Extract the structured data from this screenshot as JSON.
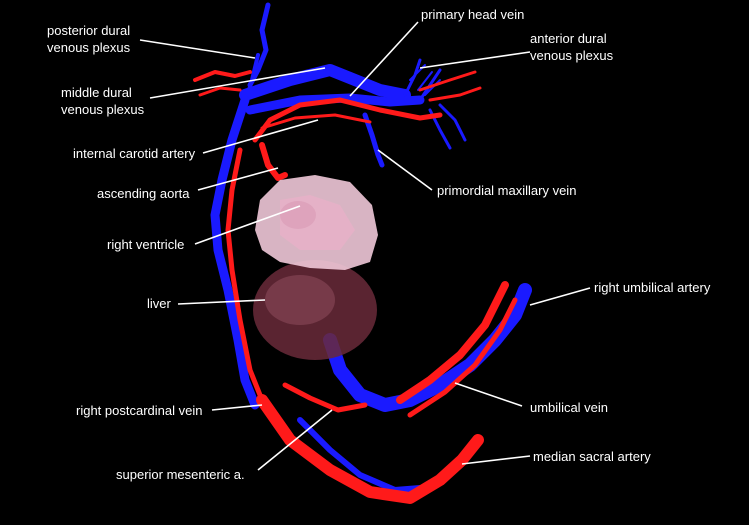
{
  "labels": {
    "posterior_dural_venous_plexus": [
      "posterior dural",
      "venous plexus"
    ],
    "middle_dural_venous_plexus": [
      "middle dural",
      "venous plexus"
    ],
    "primary_head_vein": "primary head vein",
    "anterior_dural_venous_plexus": [
      "anterior dural",
      "venous plexus"
    ],
    "internal_carotid_artery": "internal carotid artery",
    "primordial_maxillary_vein": "primordial maxillary vein",
    "ascending_aorta": "ascending aorta",
    "right_ventricle": "right ventricle",
    "liver": "liver",
    "right_umbilical_artery": "right umbilical artery",
    "umbilical_vein": "umbilical vein",
    "right_postcardinal_vein": "right postcardinal vein",
    "median_sacral_artery": "median sacral artery",
    "superior_mesenteric_a": "superior mesenteric a."
  },
  "colors": {
    "background": "#000000",
    "artery": "#ff1a1a",
    "vein": "#1a1aff",
    "heart": "#f0c8d8",
    "liver": "#6a2a3a",
    "label": "#ffffff"
  }
}
